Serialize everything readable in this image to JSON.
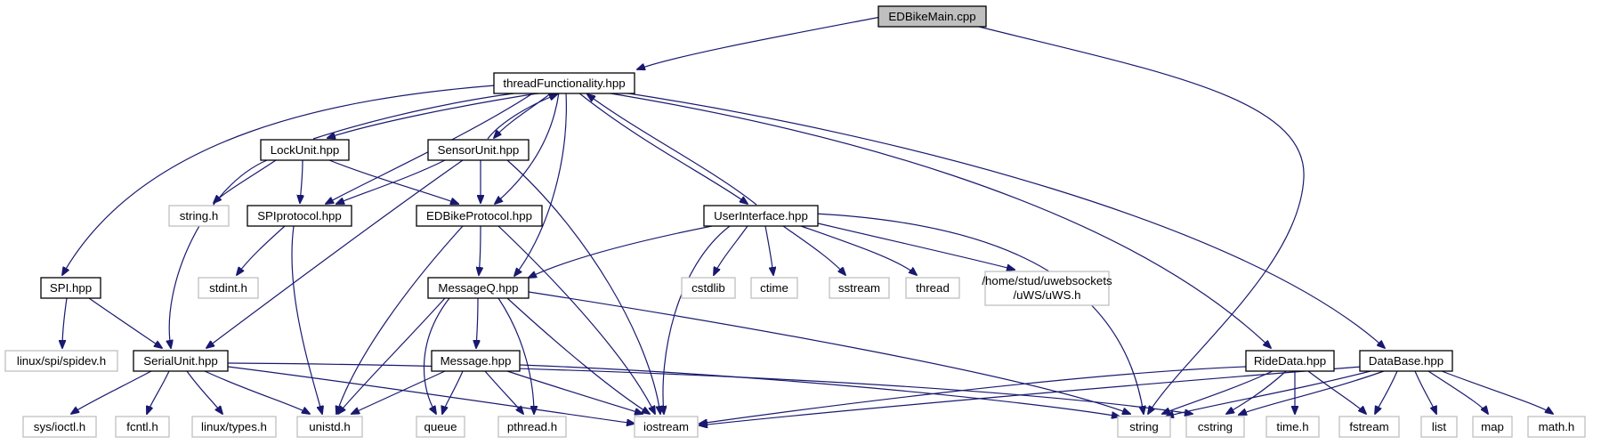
{
  "colors": {
    "edge": "#191970",
    "node_border": "#000000",
    "ext_border": "#bfbfbf",
    "root_fill": "#bfbfbf",
    "node_fill": "#ffffff"
  },
  "nodes": {
    "main": {
      "label": "EDBikeMain.cpp",
      "kind": "root"
    },
    "tf": {
      "label": "threadFunctionality.hpp",
      "kind": "file"
    },
    "lock": {
      "label": "LockUnit.hpp",
      "kind": "file"
    },
    "sensor": {
      "label": "SensorUnit.hpp",
      "kind": "file"
    },
    "spip": {
      "label": "SPIprotocol.hpp",
      "kind": "file"
    },
    "edbp": {
      "label": "EDBikeProtocol.hpp",
      "kind": "file"
    },
    "ui": {
      "label": "UserInterface.hpp",
      "kind": "file"
    },
    "spi": {
      "label": "SPI.hpp",
      "kind": "file"
    },
    "mq": {
      "label": "MessageQ.hpp",
      "kind": "file"
    },
    "serial": {
      "label": "SerialUnit.hpp",
      "kind": "file"
    },
    "msg": {
      "label": "Message.hpp",
      "kind": "file"
    },
    "ride": {
      "label": "RideData.hpp",
      "kind": "file"
    },
    "db": {
      "label": "DataBase.hpp",
      "kind": "file"
    },
    "stringh": {
      "label": "string.h",
      "kind": "external"
    },
    "stdint": {
      "label": "stdint.h",
      "kind": "external"
    },
    "cstdlib": {
      "label": "cstdlib",
      "kind": "external"
    },
    "ctime": {
      "label": "ctime",
      "kind": "external"
    },
    "sstream": {
      "label": "sstream",
      "kind": "external"
    },
    "thread": {
      "label": "thread",
      "kind": "external"
    },
    "uws1": {
      "label": "/home/stud/uwebsockets",
      "kind": "external"
    },
    "uws2": {
      "label": "/uWS/uWS.h",
      "kind": "external"
    },
    "spidev": {
      "label": "linux/spi/spidev.h",
      "kind": "external"
    },
    "ioctl": {
      "label": "sys/ioctl.h",
      "kind": "external"
    },
    "fcntl": {
      "label": "fcntl.h",
      "kind": "external"
    },
    "types": {
      "label": "linux/types.h",
      "kind": "external"
    },
    "unistd": {
      "label": "unistd.h",
      "kind": "external"
    },
    "queue": {
      "label": "queue",
      "kind": "external"
    },
    "pthread": {
      "label": "pthread.h",
      "kind": "external"
    },
    "iostream": {
      "label": "iostream",
      "kind": "external"
    },
    "string": {
      "label": "string",
      "kind": "external"
    },
    "cstring": {
      "label": "cstring",
      "kind": "external"
    },
    "timeh": {
      "label": "time.h",
      "kind": "external"
    },
    "fstream": {
      "label": "fstream",
      "kind": "external"
    },
    "list": {
      "label": "list",
      "kind": "external"
    },
    "map": {
      "label": "map",
      "kind": "external"
    },
    "mathh": {
      "label": "math.h",
      "kind": "external"
    }
  },
  "edges": [
    [
      "main",
      "tf"
    ],
    [
      "main",
      "string"
    ],
    [
      "tf",
      "lock"
    ],
    [
      "tf",
      "sensor"
    ],
    [
      "tf",
      "spip"
    ],
    [
      "tf",
      "edbp"
    ],
    [
      "tf",
      "mq"
    ],
    [
      "tf",
      "ui"
    ],
    [
      "tf",
      "spi"
    ],
    [
      "tf",
      "ride"
    ],
    [
      "tf",
      "db"
    ],
    [
      "lock",
      "tf"
    ],
    [
      "sensor",
      "tf"
    ],
    [
      "ui",
      "tf"
    ],
    [
      "lock",
      "stringh"
    ],
    [
      "lock",
      "spip"
    ],
    [
      "lock",
      "edbp"
    ],
    [
      "lock",
      "serial"
    ],
    [
      "sensor",
      "spip"
    ],
    [
      "sensor",
      "edbp"
    ],
    [
      "sensor",
      "serial"
    ],
    [
      "sensor",
      "iostream"
    ],
    [
      "spip",
      "stdint"
    ],
    [
      "spip",
      "unistd"
    ],
    [
      "edbp",
      "mq"
    ],
    [
      "edbp",
      "unistd"
    ],
    [
      "edbp",
      "iostream"
    ],
    [
      "ui",
      "mq"
    ],
    [
      "ui",
      "cstdlib"
    ],
    [
      "ui",
      "ctime"
    ],
    [
      "ui",
      "sstream"
    ],
    [
      "ui",
      "thread"
    ],
    [
      "ui",
      "uws"
    ],
    [
      "ui",
      "string"
    ],
    [
      "ui",
      "iostream"
    ],
    [
      "spi",
      "spidev"
    ],
    [
      "spi",
      "serial"
    ],
    [
      "mq",
      "msg"
    ],
    [
      "mq",
      "queue"
    ],
    [
      "mq",
      "pthread"
    ],
    [
      "mq",
      "iostream"
    ],
    [
      "mq",
      "unistd"
    ],
    [
      "mq",
      "string"
    ],
    [
      "serial",
      "ioctl"
    ],
    [
      "serial",
      "fcntl"
    ],
    [
      "serial",
      "types"
    ],
    [
      "serial",
      "unistd"
    ],
    [
      "serial",
      "iostream"
    ],
    [
      "serial",
      "cstring"
    ],
    [
      "msg",
      "unistd"
    ],
    [
      "msg",
      "queue"
    ],
    [
      "msg",
      "pthread"
    ],
    [
      "msg",
      "iostream"
    ],
    [
      "msg",
      "string"
    ],
    [
      "ride",
      "iostream"
    ],
    [
      "ride",
      "string"
    ],
    [
      "ride",
      "cstring"
    ],
    [
      "ride",
      "timeh"
    ],
    [
      "ride",
      "fstream"
    ],
    [
      "db",
      "iostream"
    ],
    [
      "db",
      "string"
    ],
    [
      "db",
      "cstring"
    ],
    [
      "db",
      "fstream"
    ],
    [
      "db",
      "list"
    ],
    [
      "db",
      "map"
    ],
    [
      "db",
      "mathh"
    ]
  ]
}
